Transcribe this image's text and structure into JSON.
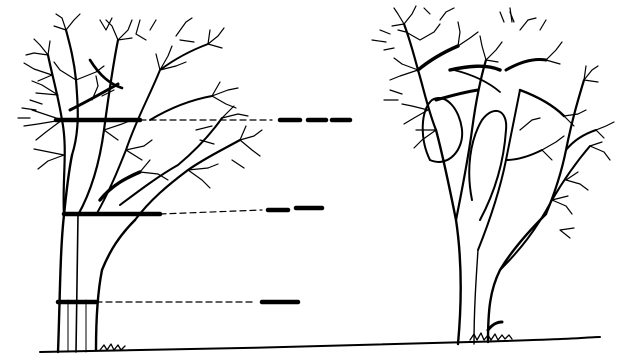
{
  "figure": {
    "ink_color": "#000000",
    "background_color": "#ffffff",
    "trees": [
      {
        "id": "left-tree",
        "description_visible": false,
        "cut_marks": 3
      },
      {
        "id": "right-tree",
        "description_visible": false,
        "cut_marks": 0
      }
    ]
  }
}
